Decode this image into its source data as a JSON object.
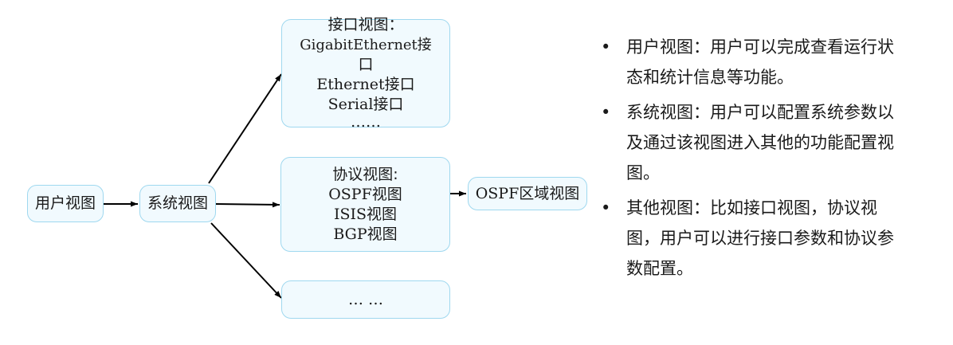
{
  "diagram": {
    "nodes": {
      "user_view": "用户视图",
      "system_view": "系统视图",
      "interface_view": {
        "title": "接口视图：",
        "lines": [
          "GigabitEthernet接",
          "口",
          "Ethernet接口",
          "Serial接口",
          "……"
        ]
      },
      "protocol_view": {
        "title": "协议视图:",
        "lines": [
          "OSPF视图",
          "ISIS视图",
          "BGP视图"
        ]
      },
      "other_view": "… …",
      "ospf_area_view": "OSPF区域视图"
    },
    "edges": [
      {
        "from": "user_view",
        "to": "system_view"
      },
      {
        "from": "system_view",
        "to": "interface_view"
      },
      {
        "from": "system_view",
        "to": "protocol_view"
      },
      {
        "from": "system_view",
        "to": "other_view"
      },
      {
        "from": "protocol_view",
        "to": "ospf_area_view"
      }
    ],
    "colors": {
      "box_fill": "#f1fafe",
      "box_border": "#9fd8ef",
      "arrow": "#000000"
    }
  },
  "bullets": {
    "marker": "•",
    "items": [
      "用户视图：用户可以完成查看运行状态和统计信息等功能。",
      "系统视图：用户可以配置系统参数以及通过该视图进入其他的功能配置视图。",
      "其他视图：比如接口视图，协议视图，用户可以进行接口参数和协议参数配置。"
    ]
  }
}
